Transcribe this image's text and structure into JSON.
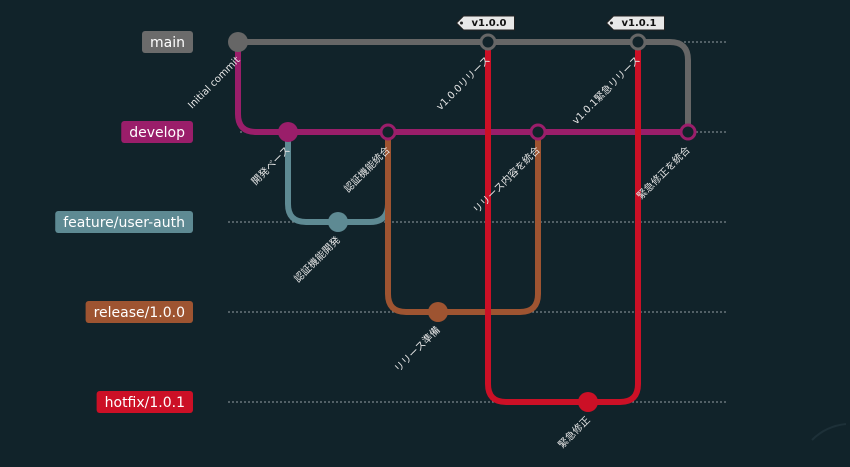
{
  "branches": [
    {
      "id": "main",
      "name": "main",
      "color": "#666666",
      "label_bg": "#6b6b6b",
      "text_color": "#ffffff"
    },
    {
      "id": "develop",
      "name": "develop",
      "color": "#9a1e6a",
      "label_bg": "#9a1e6a",
      "text_color": "#ffffff"
    },
    {
      "id": "feature",
      "name": "feature/user-auth",
      "color": "#5e8a93",
      "label_bg": "#5e8a93",
      "text_color": "#ffffff"
    },
    {
      "id": "release",
      "name": "release/1.0.0",
      "color": "#9e5431",
      "label_bg": "#9e5431",
      "text_color": "#ffffff"
    },
    {
      "id": "hotfix",
      "name": "hotfix/1.0.1",
      "color": "#cc1026",
      "label_bg": "#cc1026",
      "text_color": "#ffffff"
    }
  ],
  "commits": [
    {
      "id": "c0",
      "label": "Initial commit"
    },
    {
      "id": "c1",
      "label": "開発ベース"
    },
    {
      "id": "c2",
      "label": "認証機能開発"
    },
    {
      "id": "c3",
      "label": "認証機能統合"
    },
    {
      "id": "c4",
      "label": "リリース準備"
    },
    {
      "id": "c5",
      "label": "v1.0.0リリース"
    },
    {
      "id": "c6",
      "label": "リリース内容を統合"
    },
    {
      "id": "c7",
      "label": "緊急修正"
    },
    {
      "id": "c8",
      "label": "v1.0.1緊急リリース"
    },
    {
      "id": "c9",
      "label": "緊急修正を統合"
    }
  ],
  "tags": [
    {
      "commit": "c5",
      "label": "v1.0.0"
    },
    {
      "commit": "c8",
      "label": "v1.0.1"
    }
  ]
}
